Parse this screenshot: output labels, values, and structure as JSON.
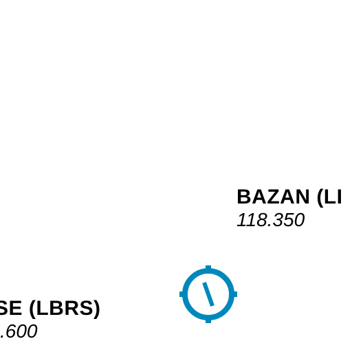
{
  "map": {
    "labels": [
      {
        "name": "BAZAN (LI",
        "frequency": "118.350"
      },
      {
        "name": "SE (LBRS)",
        "frequency": ".600"
      }
    ],
    "symbol": {
      "icon": "vor-navaid-icon",
      "color": "#0088bb"
    }
  }
}
